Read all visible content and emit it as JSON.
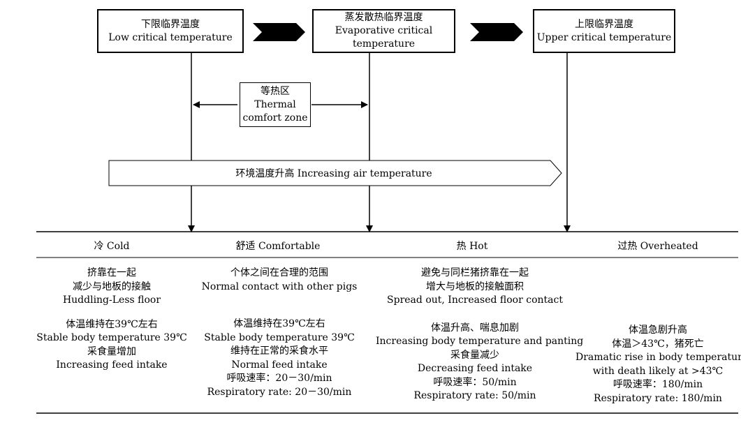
{
  "top_boxes": {
    "low": {
      "cn": "下限临界温度",
      "en": "Low critical temperature"
    },
    "evap": {
      "cn": "蒸发散热临界温度",
      "en_line1": "Evaporative critical",
      "en_line2": "temperature"
    },
    "upper": {
      "cn": "上限临界温度",
      "en": "Upper critical temperature"
    }
  },
  "comfort_zone": {
    "cn": "等热区",
    "en_line1": "Thermal",
    "en_line2": "comfort zone"
  },
  "air_arrow": {
    "label": "环境温度升高 Increasing air temperature"
  },
  "columns": [
    {
      "header": "冷 Cold",
      "groups": [
        [
          "挤靠在一起",
          "减少与地板的接触",
          "Huddling-Less floor"
        ],
        [
          "体温维持在39℃左右",
          "Stable body temperature 39℃",
          "采食量增加",
          "Increasing feed intake"
        ]
      ]
    },
    {
      "header": "舒适 Comfortable",
      "groups": [
        [
          "个体之间在合理的范围",
          "Normal contact with other pigs"
        ],
        [
          "体温维持在39℃左右",
          "Stable body temperature 39℃",
          "维持在正常的采食水平",
          "Normal feed intake",
          "呼吸速率：20－30/min",
          "Respiratory rate: 20－30/min"
        ]
      ]
    },
    {
      "header": "热 Hot",
      "groups": [
        [
          "避免与同栏猪挤靠在一起",
          "增大与地板的接触面积",
          "Spread out, Increased floor contact"
        ],
        [
          "体温升高、喘息加剧",
          "Increasing body temperature and panting",
          "采食量减少",
          "Decreasing feed intake",
          "呼吸速率：50/min",
          "Respiratory rate: 50/min"
        ]
      ]
    },
    {
      "header": "过热 Overheated",
      "groups": [
        [
          "体温急剧升高",
          "体温＞43℃，猪死亡",
          "Dramatic rise in body temperature",
          "with death likely at >43℃",
          "呼吸速率：180/min",
          "Respiratory rate: 180/min"
        ]
      ]
    }
  ]
}
